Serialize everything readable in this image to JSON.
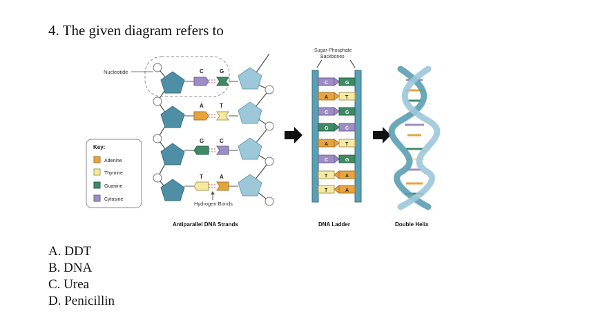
{
  "question": {
    "text": "4. The given diagram refers to"
  },
  "diagram": {
    "nucleotide_label": "Nucleotide",
    "backbone_label_line1": "Sugar-Phosphate",
    "backbone_label_line2": "Backbones",
    "hydrogen_bonds_label": "Hydrogen Bonds",
    "key_title": "Key:",
    "key_items": [
      "Adenine",
      "Thymine",
      "Guanine",
      "Cytosine"
    ],
    "strand_pairs": [
      [
        "C",
        "G"
      ],
      [
        "A",
        "T"
      ],
      [
        "G",
        "C"
      ],
      [
        "T",
        "A"
      ]
    ],
    "ladder_pairs": [
      [
        "C",
        "G"
      ],
      [
        "A",
        "T"
      ],
      [
        "C",
        "G"
      ],
      [
        "G",
        "C"
      ],
      [
        "A",
        "T"
      ],
      [
        "C",
        "G"
      ],
      [
        "T",
        "A"
      ],
      [
        "T",
        "A"
      ]
    ],
    "caption_strands": "Antiparallel DNA Strands",
    "caption_ladder": "DNA Ladder",
    "caption_helix": "Double Helix",
    "colors": {
      "adenine": "#e8a33d",
      "thymine": "#f6eaa0",
      "guanine": "#3f8a66",
      "cytosine": "#9e8dc4",
      "sugar_dark": "#4e8fa6",
      "sugar_light": "#9cc8da",
      "backbone": "#5a9fb3"
    }
  },
  "options": [
    "A. DDT",
    "B. DNA",
    "C. Urea",
    "D. Penicillin"
  ]
}
